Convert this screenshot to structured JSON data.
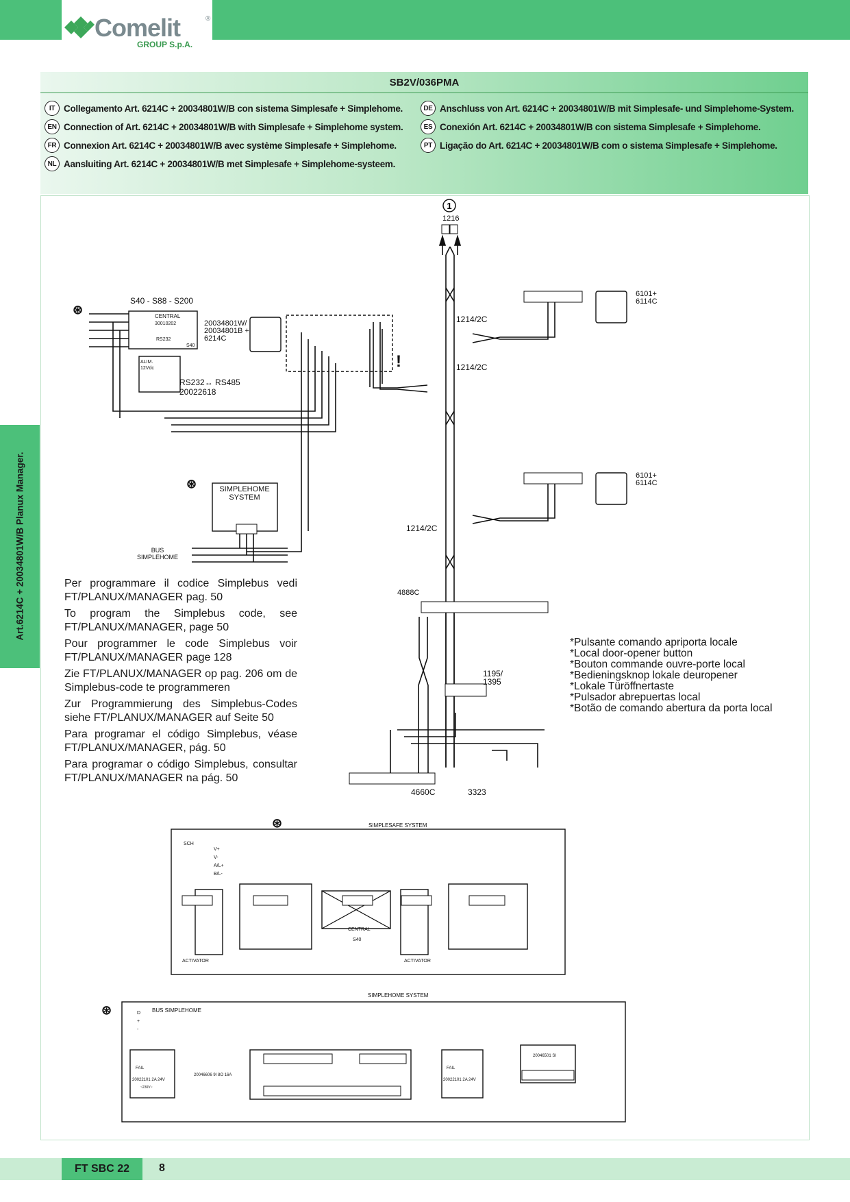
{
  "brand": {
    "name": "Comelit",
    "sub": "GROUP S.p.A.",
    "reg": "®"
  },
  "doc_code": "SB2V/036PMA",
  "languages": [
    {
      "code": "IT",
      "text": "Collegamento Art. 6214C + 20034801W/B con sistema Simplesafe + Simplehome."
    },
    {
      "code": "EN",
      "text": "Connection of Art. 6214C + 20034801W/B with Simplesafe + Simplehome system."
    },
    {
      "code": "FR",
      "text": "Connexion Art. 6214C + 20034801W/B avec système Simplesafe + Simplehome."
    },
    {
      "code": "NL",
      "text": "Aansluiting Art. 6214C + 20034801W/B met Simplesafe + Simplehome-systeem."
    },
    {
      "code": "DE",
      "text": "Anschluss von Art. 6214C + 20034801W/B mit Simplesafe- und Simplehome-System."
    },
    {
      "code": "ES",
      "text": "Conexión Art. 6214C + 20034801W/B con sistema Simplesafe + Simplehome."
    },
    {
      "code": "PT",
      "text": "Ligação do Art. 6214C + 20034801W/B com o sistema Simplesafe + Simplehome."
    }
  ],
  "sidebar": "Art.6214C + 20034801W/B Planux Manager.",
  "notes": [
    "Per programmare il codice Simplebus vedi FT/PLANUX/MANAGER pag. 50",
    "To program the Simplebus code, see FT/PLANUX/MANAGER, page 50",
    "Pour programmer le code Simplebus voir FT/PLANUX/MANAGER page 128",
    "Zie FT/PLANUX/MANAGER op pag. 206 om de Simplebus-code te programmeren",
    "Zur Programmierung des Simplebus-Codes siehe FT/PLANUX/MANAGER auf Seite 50",
    "Para programar el código Simplebus, véase FT/PLANUX/MANAGER, pág. 50",
    "Para programar o código Simplebus, consultar FT/PLANUX/MANAGER na pág. 50"
  ],
  "star_notes": [
    "*Pulsante comando apriporta locale",
    "*Local door-opener button",
    "*Bouton commande ouvre-porte local",
    "*Bedieningsknop lokale deuropener",
    "*Lokale Türöffnertaste",
    "*Pulsador abrepuertas local",
    "*Botão de comando abertura da porta local"
  ],
  "labels": {
    "circle_1": "1",
    "l1216": "1216",
    "s40": "S40 - S88 - S200",
    "central": "CENTRAL",
    "central_code": "30010202",
    "s40_small": "S40",
    "rs232": "RS232",
    "alim": "ALIM.",
    "v12": "12Vdc",
    "rs_conv": "RS232↔ RS485",
    "rs_code": "20022618",
    "art1": "20034801W/",
    "art2": "20034801B +",
    "art3": "6214C",
    "b1214a": "1214/2C",
    "b1214b": "1214/2C",
    "b1214c": "1214/2C",
    "m6101a": "6101+",
    "m6114a": "6114C",
    "m6101b": "6101+",
    "m6114b": "6114C",
    "simplehome_sys1": "SIMPLEHOME",
    "simplehome_sys2": "SYSTEM",
    "bus1": "BUS",
    "bus2": "SIMPLEHOME",
    "p4888": "4888C",
    "p1195": "1195/",
    "p1395": "1395",
    "p4660": "4660C",
    "p3323": "3323",
    "simplesafe_title": "SIMPLESAFE SYSTEM",
    "simplehome_title": "SIMPLEHOME SYSTEM",
    "bus_simplehome": "BUS SIMPLEHOME",
    "activator1": "ACTIVATOR",
    "activator2": "ACTIVATOR",
    "central_box": "CENTRAL",
    "central_s40": "S40",
    "psu1": "20022101 2A 24V",
    "psu2": "20022101 2A 24V",
    "io_module": "20046606 9I 8O 16A",
    "si_module": "20046501 SI",
    "fail1": "FAIL",
    "fail2": "FAIL",
    "v230": "~230V~",
    "sch": "SCH",
    "wire_vplus": "V+",
    "wire_vminus": "V-",
    "wire_al": "A/L+",
    "wire_bl": "B/L-",
    "wire_d": "D",
    "wire_plus": "+",
    "wire_minus": "-"
  },
  "footer": {
    "code": "FT SBC 22",
    "page": "8"
  },
  "colors": {
    "green": "#4cc07a",
    "light_green": "#c9ecd3"
  }
}
